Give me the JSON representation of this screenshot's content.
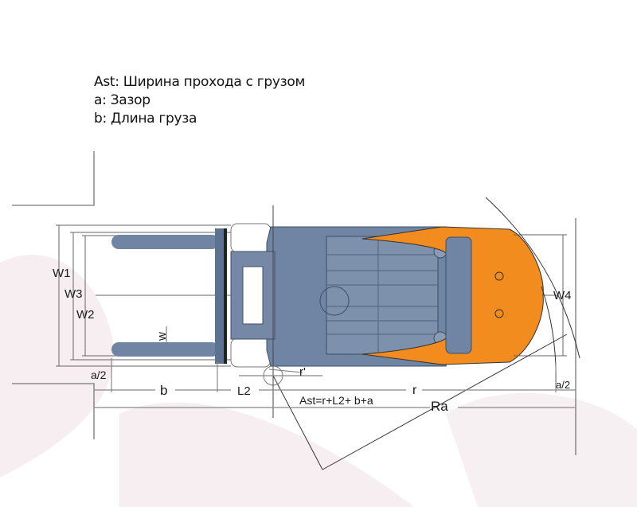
{
  "legend": {
    "items": [
      {
        "key": "Ast",
        "text": "Ast: Ширина прохода с грузом"
      },
      {
        "key": "a",
        "text": "a: Зазор"
      },
      {
        "key": "b",
        "text": "b: Длина груза"
      }
    ]
  },
  "labels": {
    "W1": "W1",
    "W3": "W3",
    "W2": "W2",
    "w": "w",
    "a_half_left": "a/2",
    "b": "b",
    "L2": "L2",
    "r_prime": "r'",
    "r": "r",
    "formula": "Ast=r+L2+ b+a",
    "Ra": "Ra",
    "W4": "W4",
    "a_half_right": "a/2"
  },
  "colors": {
    "body_steel": "#6f85a3",
    "body_steel_dark": "#4f637e",
    "counterweight_orange": "#f28c1e",
    "dimension_line": "#555555",
    "watermark": "#f3e9ec"
  }
}
